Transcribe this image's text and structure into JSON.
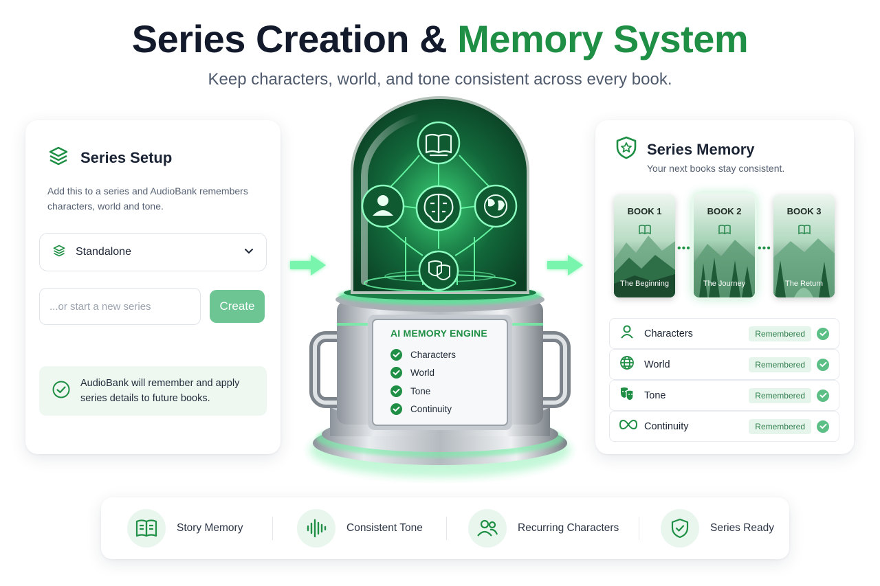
{
  "header": {
    "title_part1": "Series Creation & ",
    "title_accent": "Memory System",
    "subtitle": "Keep characters, world, and tone consistent across every book."
  },
  "setup": {
    "title": "Series Setup",
    "description": "Add this to a series and AudioBank remembers characters, world and tone.",
    "select_value": "Standalone",
    "input_placeholder": "...or start a new series",
    "create_label": "Create",
    "note": "AudioBank will remember and apply series details to future books."
  },
  "engine": {
    "title": "AI MEMORY ENGINE",
    "items": [
      "Characters",
      "World",
      "Tone",
      "Continuity"
    ]
  },
  "memory": {
    "title": "Series Memory",
    "subtitle": "Your next books stay consistent.",
    "books": [
      {
        "label": "BOOK 1",
        "name": "The Beginning"
      },
      {
        "label": "BOOK 2",
        "name": "The Journey"
      },
      {
        "label": "BOOK 3",
        "name": "The Return"
      }
    ],
    "rows": [
      {
        "label": "Characters",
        "status": "Remembered"
      },
      {
        "label": "World",
        "status": "Remembered"
      },
      {
        "label": "Tone",
        "status": "Remembered"
      },
      {
        "label": "Continuity",
        "status": "Remembered"
      }
    ]
  },
  "features": [
    {
      "label": "Story Memory",
      "icon": "open-book-icon"
    },
    {
      "label": "Consistent Tone",
      "icon": "sound-wave-icon"
    },
    {
      "label": "Recurring Characters",
      "icon": "users-icon"
    },
    {
      "label": "Series Ready",
      "icon": "shield-check-icon"
    }
  ],
  "colors": {
    "accent": "#1f8f45",
    "button": "#6cc593",
    "badge_bg": "#e6f5eb",
    "glow": "#2fe07a"
  }
}
